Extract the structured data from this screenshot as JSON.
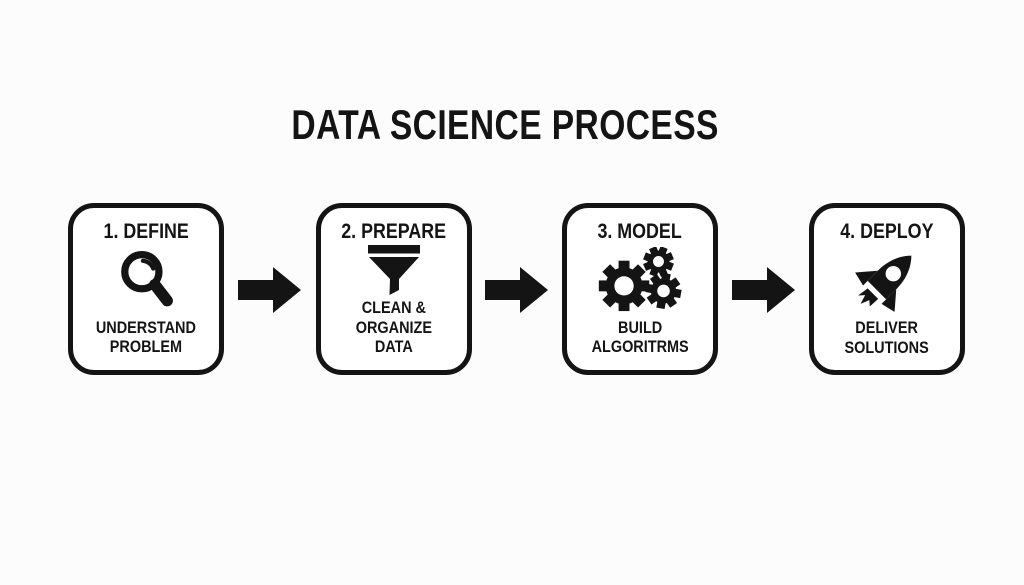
{
  "title": "DATA SCIENCE PROCESS",
  "steps": [
    {
      "label": "1. DEFINE",
      "icon": "magnifier-icon",
      "caption_lines": [
        "UNDERSTAND",
        "PROBLEM"
      ]
    },
    {
      "label": "2. PREPARE",
      "icon": "funnel-icon",
      "caption_lines": [
        "CLEAN &",
        "ORGANIZE",
        "DATA"
      ]
    },
    {
      "label": "3. MODEL",
      "icon": "gears-icon",
      "caption_lines": [
        "BUILD",
        "ALGORITRMS"
      ]
    },
    {
      "label": "4. DEPLOY",
      "icon": "rocket-icon",
      "caption_lines": [
        "DELIVER",
        "SOLUTIONS"
      ]
    }
  ],
  "arrows": {
    "count": 3,
    "direction": "right",
    "icon": "flow-arrow-icon"
  },
  "colors": {
    "ink": "#141414",
    "background": "#fcfcfc",
    "box_background": "#ffffff"
  }
}
